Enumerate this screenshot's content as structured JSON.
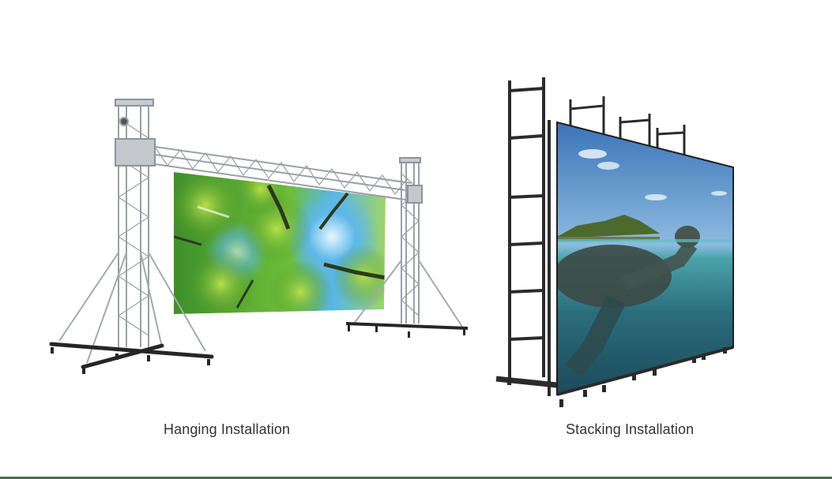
{
  "figures": [
    {
      "id": "hanging",
      "caption": "Hanging Installation",
      "screen_content": "forest canopy viewed from below",
      "structure": "aluminium truss goalpost with outriggers"
    },
    {
      "id": "stacking",
      "caption": "Stacking Installation",
      "screen_content": "sea turtle carrying island",
      "structure": "black ground-stack frame with ladder support"
    }
  ],
  "colors": {
    "background": "#ffffff",
    "caption_text": "#333333",
    "truss": "#b9bec4",
    "truss_dark": "#6f757c",
    "base": "#2a2a2a",
    "stack_frame": "#2b2b2b",
    "bottom_line": "#4d6b4f"
  }
}
